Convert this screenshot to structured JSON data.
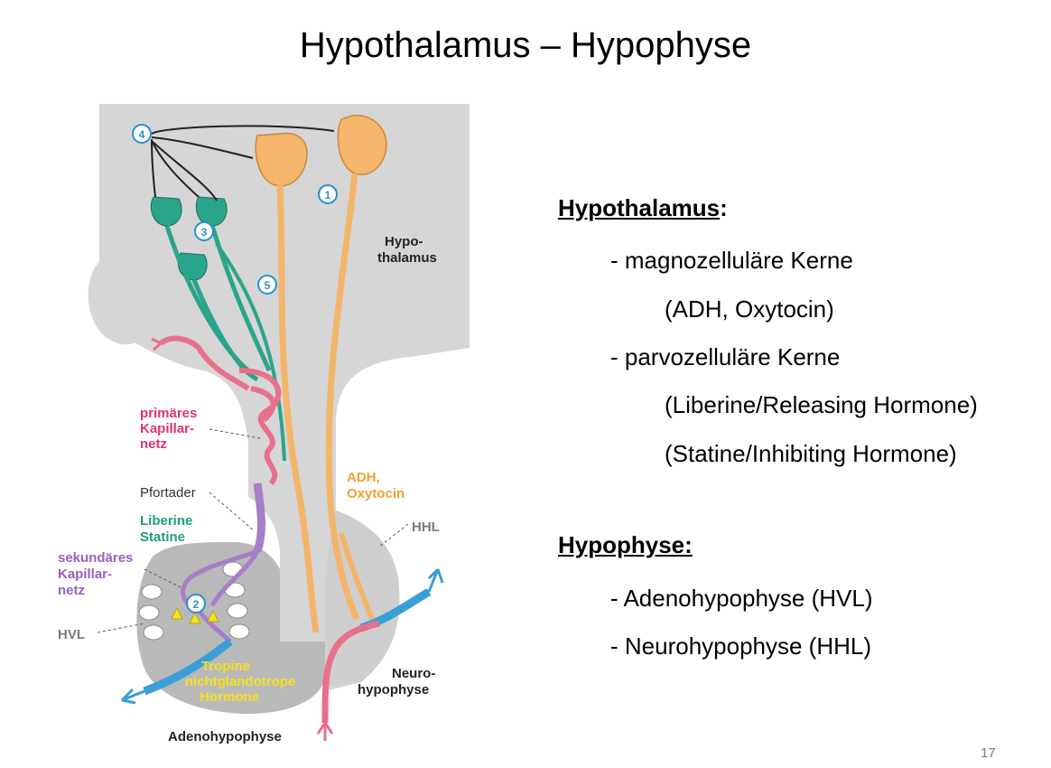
{
  "slide": {
    "title": "Hypothalamus – Hypophyse",
    "page_number": "17"
  },
  "text": {
    "hypothalamus_heading": "Hypothalamus",
    "hypothalamus_colon": ":",
    "hypothalamus_items": [
      "- magnozelluläre Kerne",
      "(ADH, Oxytocin)",
      "- parvozelluläre Kerne",
      "(Liberine/Releasing Hormone)",
      "(Statine/Inhibiting Hormone)"
    ],
    "hypophyse_heading": "Hypophyse:",
    "hypophyse_items": [
      "- Adenohypophyse (HVL)",
      "- Neurohypophyse (HHL)"
    ]
  },
  "diagram": {
    "labels": {
      "hypothalamus_1": "Hypo-",
      "hypothalamus_2": "thalamus",
      "primaeres_1": "primäres",
      "primaeres_2": "Kapillar-",
      "primaeres_3": "netz",
      "pfortader": "Pfortader",
      "liberine": "Liberine",
      "statine": "Statine",
      "sekundaeres_1": "sekundäres",
      "sekundaeres_2": "Kapillar-",
      "sekundaeres_3": "netz",
      "hvl": "HVL",
      "hhl": "HHL",
      "adh": "ADH,",
      "oxytocin": "Oxytocin",
      "tropine_1": "Tropine",
      "tropine_2": "nichtglandotrope",
      "tropine_3": "Hormone",
      "neuro_1": "Neuro-",
      "neuro_2": "hypophyse",
      "adenohypophyse": "Adenohypophyse"
    },
    "markers": [
      "1",
      "2",
      "3",
      "4",
      "5"
    ],
    "colors": {
      "tissue": "#d6d6d6",
      "gland": "#b9b9b9",
      "magno_neuron": "#f5b56a",
      "parvo_neuron": "#2aa58b",
      "capillary_red": "#e8708a",
      "capillary_purple": "#a67fc6",
      "vein_blue": "#3a9fd6",
      "label_pink": "#e2326a",
      "label_teal": "#1f9c82",
      "label_purple": "#9b5fc0",
      "label_orange": "#f0a030",
      "label_yellow": "#f5e020",
      "label_gray": "#7a7a7a"
    }
  }
}
